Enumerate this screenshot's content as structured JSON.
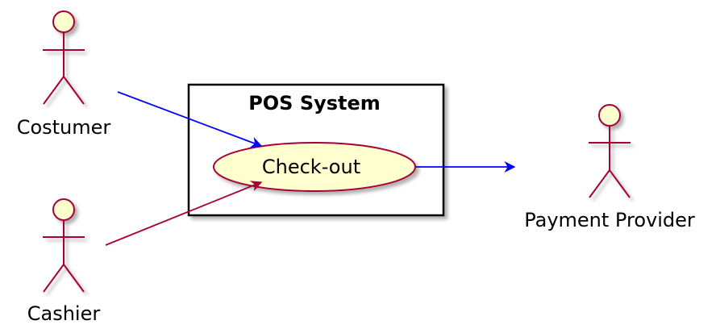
{
  "system": {
    "title": "POS System"
  },
  "use_case": {
    "label": "Check-out"
  },
  "actors": {
    "costumer": "Costumer",
    "cashier": "Cashier",
    "payment_provider": "Payment Provider"
  },
  "colors": {
    "actor_fill": "#FEFECE",
    "actor_stroke": "#A80036",
    "blue_arrow": "#0000FF",
    "red_arrow": "#A80036"
  }
}
